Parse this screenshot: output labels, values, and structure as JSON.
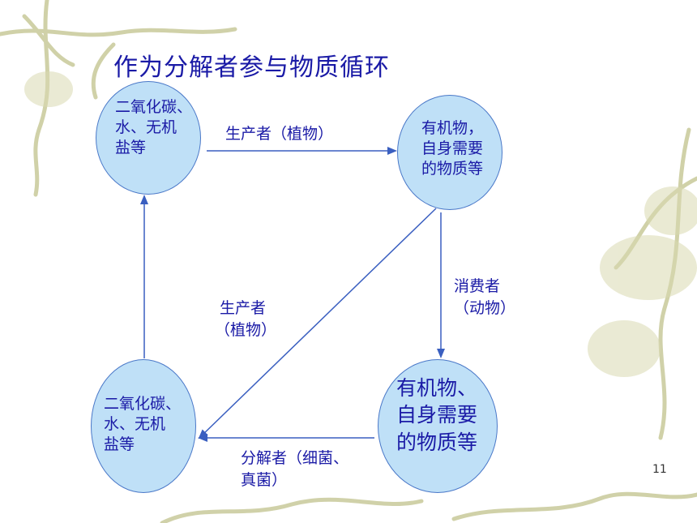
{
  "slide": {
    "title": "作为分解者参与物质循环",
    "page_number": "11"
  },
  "nodes": {
    "top_left": {
      "lines": [
        "二氧化碳、",
        "水、无机",
        "盐等"
      ]
    },
    "top_right": {
      "lines": [
        "有机物，",
        "自身需要",
        "的物质等"
      ]
    },
    "bottom_left": {
      "lines": [
        "二氧化碳、",
        "水、无机",
        "盐等"
      ]
    },
    "bottom_right": {
      "lines": [
        "有机物、",
        "自身需要",
        "的物质等"
      ]
    }
  },
  "edges": {
    "top": {
      "label": "生产者（植物）"
    },
    "right": {
      "lines": [
        "消费者",
        "（动物）"
      ]
    },
    "diagonal": {
      "lines": [
        "生产者",
        "（植物）"
      ]
    },
    "bottom": {
      "lines": [
        "分解者（细菌、",
        "真菌）"
      ]
    }
  },
  "colors": {
    "text": "#1a1aa6",
    "node_fill": "#bfe0f7",
    "node_border": "#4a78c8",
    "arrow": "#3a5fc0",
    "decoration": "#c8c99a"
  }
}
